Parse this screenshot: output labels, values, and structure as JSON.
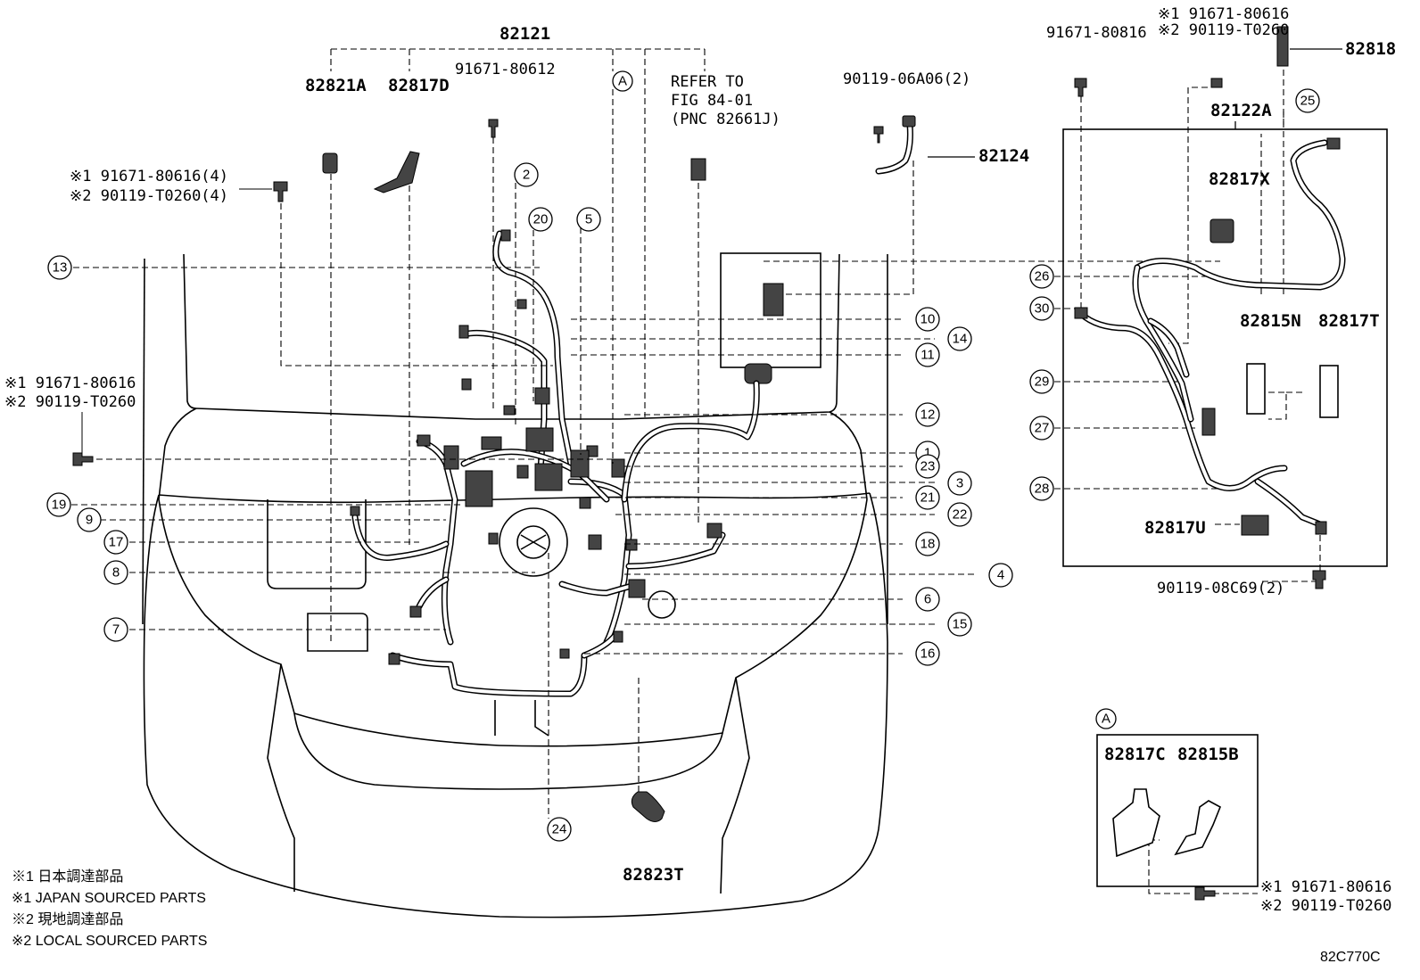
{
  "diagram": {
    "figure_code": "82C770C",
    "main_assembly": "82121",
    "sub_assembly_box": "82122A",
    "refer_note": {
      "line1": "REFER TO",
      "line2": "FIG 84-01",
      "line3": "(PNC 82661J)"
    },
    "part_labels": {
      "p82821A": "82821A",
      "p82817D": "82817D",
      "p91671_80612": "91671-80612",
      "circle_A_top": "A",
      "p90119_06A06": "90119-06A06(2)",
      "p82124": "82124",
      "p91671_80816": "91671-80816",
      "p82818": "82818",
      "p82817X": "82817X",
      "p82815N": "82815N",
      "p82817T": "82817T",
      "p82817U": "82817U",
      "p90119_08C69": "90119-08C69(2)",
      "p82823T": "82823T",
      "circle_A_box": "A",
      "p82817C": "82817C",
      "p82815B": "82815B"
    },
    "sourced_pairs": {
      "top_right_1": "※1 91671-80616",
      "top_right_2": "※2 90119-T0260",
      "left_a1": "※1 91671-80616(4)",
      "left_a2": "※2 90119-T0260(4)",
      "left_b1": "※1 91671-80616",
      "left_b2": "※2 90119-T0260",
      "bottom_right_1": "※1 91671-80616",
      "bottom_right_2": "※2 90119-T0260"
    },
    "callouts": [
      "1",
      "2",
      "3",
      "4",
      "5",
      "6",
      "7",
      "8",
      "9",
      "10",
      "11",
      "12",
      "13",
      "14",
      "15",
      "16",
      "17",
      "18",
      "19",
      "20",
      "21",
      "22",
      "23",
      "24",
      "25",
      "26",
      "27",
      "28",
      "29",
      "30"
    ],
    "legend": [
      "※1 日本調達部品",
      "※1 JAPAN SOURCED PARTS",
      "※2 現地調達部品",
      "※2 LOCAL SOURCED PARTS"
    ]
  }
}
